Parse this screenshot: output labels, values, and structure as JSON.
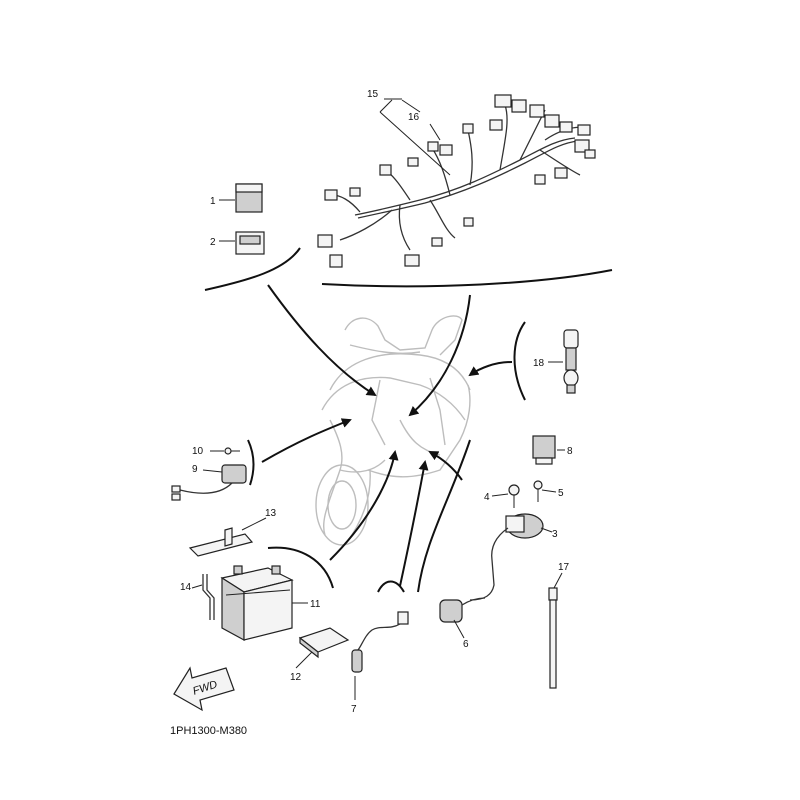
{
  "labels": {
    "p1": "1",
    "p2": "2",
    "p3": "3",
    "p4": "4",
    "p5": "5",
    "p6": "6",
    "p7": "7",
    "p8": "8",
    "p9": "9",
    "p10": "10",
    "p11": "11",
    "p12": "12",
    "p13": "13",
    "p14": "14",
    "p15": "15",
    "p16": "16",
    "p17": "17",
    "p18": "18"
  },
  "fwd_label": "FWD",
  "diagram_code": "1PH1300-M380"
}
